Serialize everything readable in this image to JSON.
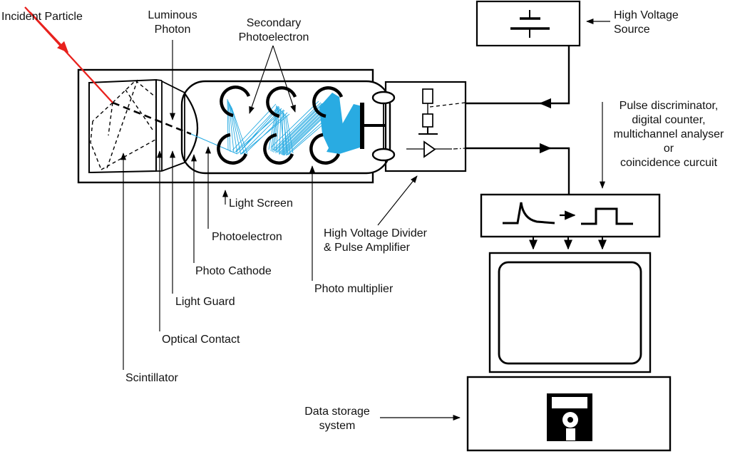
{
  "colors": {
    "background": "#ffffff",
    "line": "#000000",
    "particle_red": "#e8211d",
    "electron_cyan": "#29abe2"
  },
  "labels": {
    "incident_particle": "Incident Particle",
    "luminous_photon": "Luminous\nPhoton",
    "secondary_photoelectron": "Secondary\nPhotoelectron",
    "high_voltage_source": "High Voltage\nSource",
    "pulse_discriminator": "Pulse discriminator,\ndigital counter,\nmultichannel analyser\nor\ncoincidence curcuit",
    "light_screen": "Light Screen",
    "photoelectron": "Photoelectron",
    "photo_cathode": "Photo Cathode",
    "light_guard": "Light Guard",
    "optical_contact": "Optical Contact",
    "scintillator": "Scintillator",
    "photo_multiplier": "Photo multiplier",
    "hv_divider": "High Voltage Divider\n& Pulse Amplifier",
    "data_storage": "Data storage\nsystem"
  },
  "icons": {
    "hv_source": "battery-icon",
    "divider": "resistor-chain-icon",
    "ground": "ground-icon",
    "amplifier": "amplifier-triangle-icon",
    "input_pulse": "exponential-pulse-icon",
    "pulse_transform": "right-arrow-icon",
    "output_pulse": "square-pulse-icon",
    "display": "crt-monitor-icon",
    "storage": "floppy-disk-icon"
  }
}
